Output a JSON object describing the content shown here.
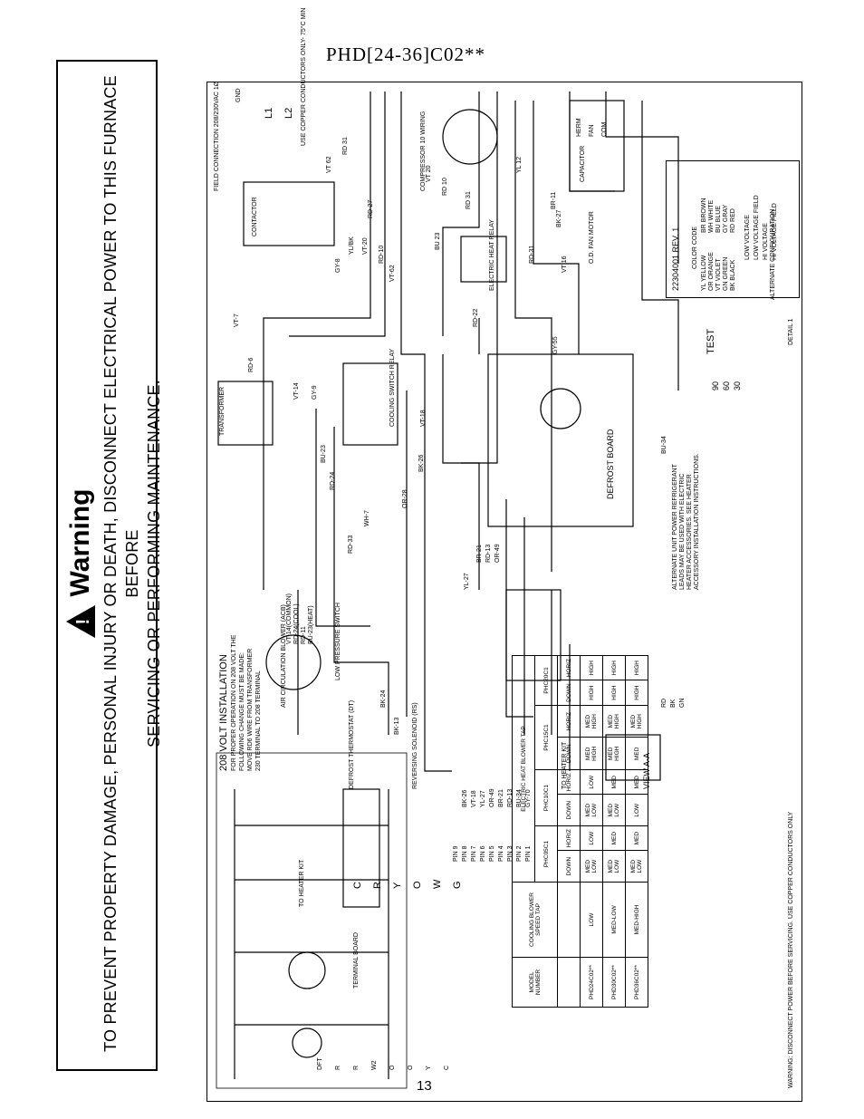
{
  "model_title": "PHD[24-36]C02**",
  "page_number": "13",
  "warning": {
    "heading": "Warning",
    "line1": "TO PREVENT PROPERTY DAMAGE, PERSONAL INJURY OR DEATH, DISCONNECT ELECTRICAL POWER TO THIS FURNACE BEFORE",
    "line2": "SERVICING OR PERFORMING MAINTENANCE."
  },
  "diagram": {
    "part_number": "22304001 REV. 1",
    "section_208_title": "208 VOLT INSTALLATION",
    "section_208_text": [
      "FOR PROPER OPERATION ON 208 VOLT THE",
      "FOLLOWING CHANGE MUST BE MADE:",
      "MOVE RD6 WIRE FROM TRANSFORMER",
      "230 TERMINAL TO 208 TERMINAL"
    ],
    "view_label": "VIEW A-A",
    "alternate_note": [
      "ALTERNATE UNIT POWER REFRIGERANT",
      "LEADS MAY BE USED WITH ELECTRIC",
      "HEATER ACCESSORIES. SEE HEATER",
      "ACCESSORY INSTALLATION INSTRUCTIONS."
    ],
    "field_conn": "FIELD CONNECTION 208/230VAC 1Ø",
    "copper_note": "USE COPPER CONDUCTORS ONLY- 75°C MIN",
    "bottom_note": "WARNING: DISCONNECT POWER BEFORE SERVICING. USE COPPER CONDUCTORS ONLY",
    "l1": "L1",
    "l2": "L2",
    "gnd": "GND",
    "components": {
      "transformer": "TRANSFORMER",
      "compressor": "COMPRESSOR 10 WIRING",
      "capacitor": "CAPACITOR",
      "fan_motor": "O.D. FAN MOTOR",
      "electric_heat_relay": "ELECTRIC HEAT RELAY",
      "cooling_switch_relay": "COOLING SWITCH RELAY",
      "defrost_board": "DEFROST BOARD",
      "air_circ_blower": "AIR CIRCULATION BLOWER (ACB)",
      "low_pressure_switch": "LOW PRESSURE SWITCH",
      "defrost_thermostat": "DEFROST THERMOSTAT (DT)",
      "reversing_solenoid": "REVERSING SOLENOID (RS)",
      "to_heater_kit": "TO HEATER KIT",
      "terminal_board": "TERMINAL BOARD",
      "to_heater_kit_2": "TO HEATER KIT",
      "contactor": "CONTACTOR",
      "test": "TEST",
      "detail": "DETAIL 1",
      "alternate_configuration": "ALTERNATE CONFIGURATION"
    },
    "cap_labels": [
      "HERM",
      "FAN",
      "COM"
    ],
    "wire_labels": [
      "VT-7",
      "RD-6",
      "VT-14",
      "GY-9",
      "BU-23",
      "RD-24",
      "WH-7",
      "RD-33",
      "OR-28",
      "BK-26",
      "VT-18",
      "BU-34",
      "GY-55",
      "RD-22",
      "VT-62",
      "RD-10",
      "VT-20",
      "YL/BK",
      "GY-8",
      "RD-27",
      "BR-11",
      "BK-27",
      "RD-31",
      "BU 23",
      "RD 10",
      "RD 31",
      "VT 20",
      "VT 62",
      "RD 31",
      "YL 12",
      "VT 16",
      "BK-24",
      "BK-13",
      "YL-27",
      "BR-21",
      "RD-13",
      "OR-49",
      "VT-14(COMMON)",
      "RD-24(COOL)",
      "RD-11",
      "BU-23(HEAT)"
    ],
    "pins": [
      "PIN 9",
      "PIN 8",
      "PIN 7",
      "PIN 6",
      "PIN 5",
      "PIN 4",
      "PIN 3",
      "PIN 2",
      "PIN 1"
    ],
    "pin_wires": [
      "BK-26",
      "VT-18",
      "YL-27",
      "OR-49",
      "BR-21",
      "RD-13",
      "BU-34",
      "GY-70"
    ],
    "tb_letters": [
      "C",
      "R",
      "Y",
      "O",
      "W",
      "G"
    ],
    "df_terms": [
      "DFT",
      "R",
      "R",
      "W2",
      "O",
      "O",
      "Y",
      "C"
    ],
    "defrost_times": [
      "90",
      "60",
      "30"
    ],
    "gnd_wires": [
      "RD",
      "BK",
      "GN"
    ],
    "color_code": {
      "title": "COLOR CODE",
      "left": [
        "YL YELLOW",
        "OR ORANGE",
        "VT VIOLET",
        "GN GREEN",
        "BK BLACK"
      ],
      "right": [
        "BR BROWN",
        "WH WHITE",
        "BU BLUE",
        "GY GRAY",
        "RD RED"
      ]
    },
    "legend": [
      "LOW VOLTAGE",
      "LOW VOLTAGE FIELD",
      "HI VOLTAGE",
      "HI VOLTAGE FIELD"
    ],
    "table": {
      "header_model": "MODEL NUMBER",
      "header_cooling": "COOLING BLOWER SPEED TAP",
      "header_electric": "ELECTRIC HEAT BLOWER TAP",
      "kits": [
        "PHC05C1",
        "PHC10C1",
        "PHC15C1",
        "PHC20C1"
      ],
      "sub": [
        "DOWN",
        "HORIZ"
      ],
      "rows": [
        {
          "model": "PHD24C02**",
          "cool": "LOW",
          "vals": [
            "MED LOW",
            "LOW",
            "MED LOW",
            "LOW",
            "MED HIGH",
            "MED HIGH",
            "HIGH",
            "HIGH"
          ]
        },
        {
          "model": "PHD30C02**",
          "cool": "MED-LOW",
          "vals": [
            "MED LOW",
            "MED",
            "MED LOW",
            "MED",
            "MED HIGH",
            "MED HIGH",
            "HIGH",
            "HIGH"
          ]
        },
        {
          "model": "PHD36C02**",
          "cool": "MED-HIGH",
          "vals": [
            "MED LOW",
            "MED",
            "LOW",
            "MED",
            "MED",
            "MED HIGH",
            "HIGH",
            "HIGH"
          ]
        }
      ]
    }
  }
}
